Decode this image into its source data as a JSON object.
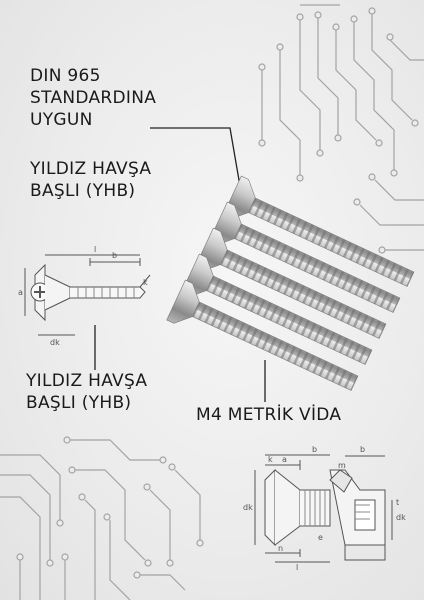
{
  "labels": {
    "standard": [
      "DIN 965",
      "STANDARDINA",
      "UYGUN"
    ],
    "head_type_top": [
      "YILDIZ HAVŞA",
      "BAŞLI (YHB)"
    ],
    "head_type_left": [
      "YILDIZ HAVŞA",
      "BAŞLI (YHB)"
    ],
    "thread": "M4 METRİK VİDA"
  },
  "drawing_left": {
    "dims": [
      "b",
      "l",
      "a",
      "dk",
      "k"
    ]
  },
  "drawing_bottom": {
    "dims": [
      "k",
      "a",
      "b",
      "l",
      "dk",
      "n",
      "b",
      "dk",
      "m",
      "t",
      "e"
    ]
  },
  "colors": {
    "background": "#ececec",
    "circuit": "#9c9c9c",
    "text": "#1a1a1a",
    "steel_light": "#d9d9d9",
    "steel_dark": "#7d7d7d"
  }
}
